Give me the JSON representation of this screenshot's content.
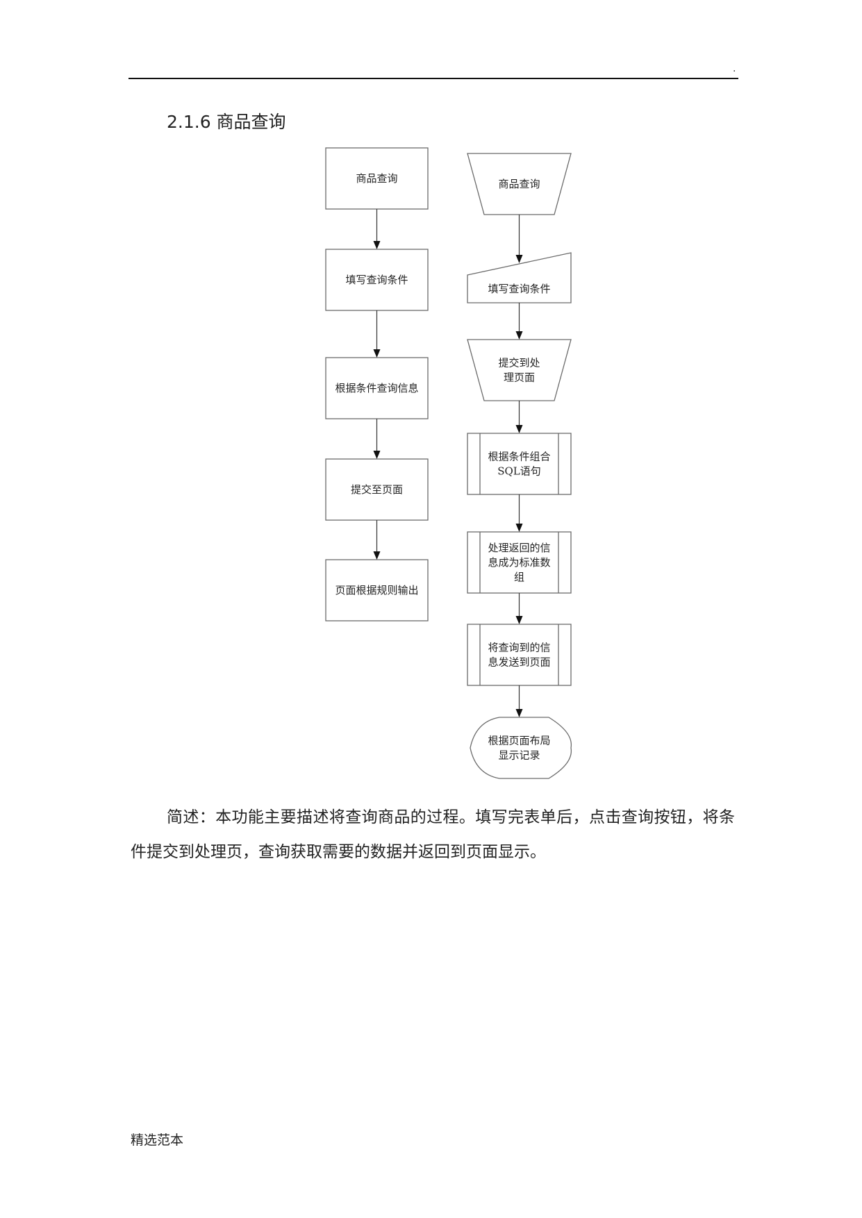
{
  "header": {
    "mark": "."
  },
  "section": {
    "title": "2.1.6 商品查询"
  },
  "flowchart_left": {
    "steps": [
      "商品查询",
      "填写查询条件",
      "根据条件查询信息",
      "提交至页面",
      "页面根据规则输出"
    ]
  },
  "flowchart_right": {
    "steps": [
      {
        "shape": "manual-operation",
        "lines": [
          "商品查询"
        ]
      },
      {
        "shape": "manual-input",
        "lines": [
          "填写查询条件"
        ]
      },
      {
        "shape": "manual-operation",
        "lines": [
          "提交到处",
          "理页面"
        ]
      },
      {
        "shape": "predefined-process",
        "lines": [
          "根据条件组合",
          "SQL语句"
        ]
      },
      {
        "shape": "predefined-process",
        "lines": [
          "处理返回的信",
          "息成为标准数",
          "组"
        ]
      },
      {
        "shape": "predefined-process",
        "lines": [
          "将查询到的信",
          "息发送到页面"
        ]
      },
      {
        "shape": "display",
        "lines": [
          "根据页面布局",
          "显示记录"
        ]
      }
    ]
  },
  "summary": {
    "text": "简述：本功能主要描述将查询商品的过程。填写完表单后，点击查询按钮，将条件提交到处理页，查询获取需要的数据并返回到页面显示。"
  },
  "footer": {
    "text": "精选范本"
  }
}
